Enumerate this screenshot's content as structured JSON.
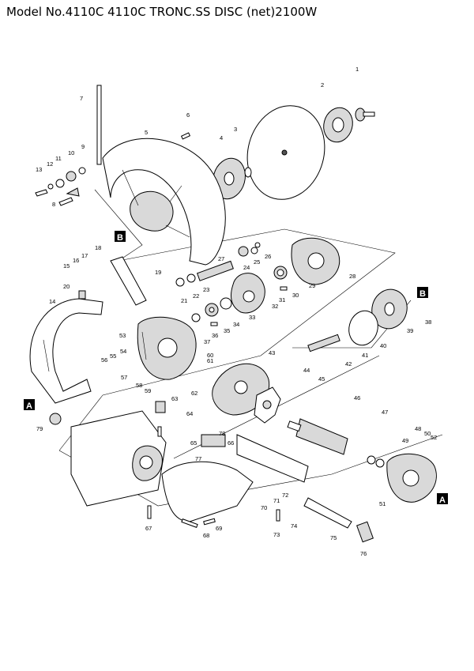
{
  "title": "Model No.4110C 4110C TRONC.SS DISC (net)2100W",
  "ref_markers": [
    "A",
    "B"
  ],
  "part_numbers": [
    "1",
    "2",
    "3",
    "4",
    "5",
    "6",
    "7",
    "8",
    "9",
    "10",
    "11",
    "12",
    "13",
    "14",
    "15",
    "16",
    "17",
    "18",
    "19",
    "20",
    "21",
    "22",
    "23",
    "24",
    "25",
    "26",
    "27",
    "28",
    "29",
    "30",
    "31",
    "32",
    "33",
    "34",
    "35",
    "36",
    "37",
    "38",
    "39",
    "40",
    "41",
    "42",
    "43",
    "44",
    "45",
    "46",
    "47",
    "48",
    "49",
    "50",
    "51",
    "52",
    "53",
    "54",
    "55",
    "56",
    "57",
    "58",
    "59",
    "60",
    "61",
    "62",
    "63",
    "64",
    "65",
    "66",
    "67",
    "68",
    "69",
    "70",
    "71",
    "72",
    "73",
    "74",
    "75",
    "76",
    "77",
    "78",
    "79"
  ]
}
